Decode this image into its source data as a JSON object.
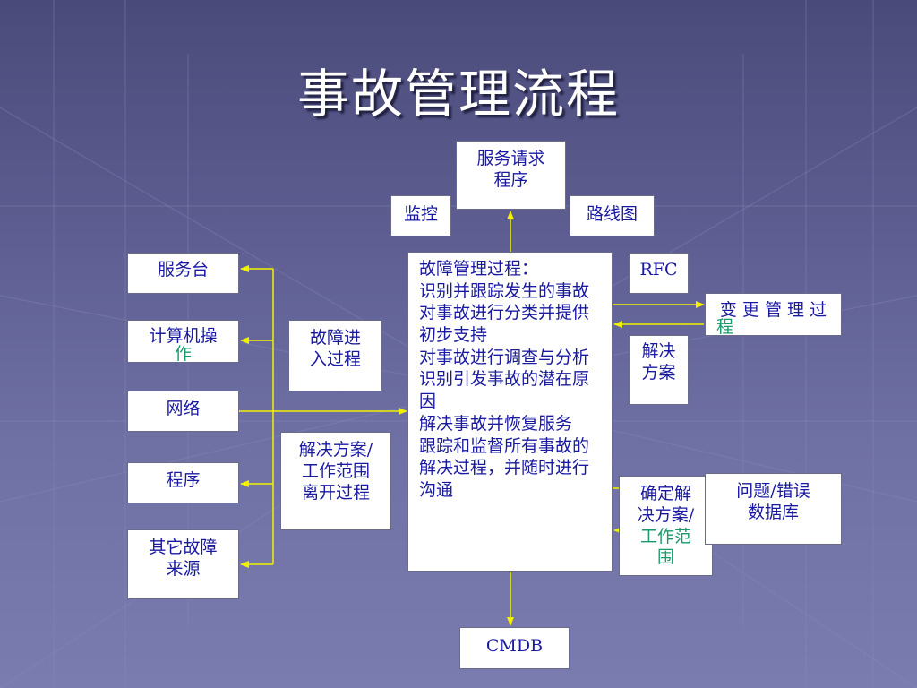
{
  "title": "事故管理流程",
  "boxes": {
    "service_request": "服务请求\n程序",
    "monitoring": "监控",
    "roadmap": "路线图",
    "service_desk": "服务台",
    "computer_ops_1": "计算机操",
    "computer_ops_2": "作",
    "network": "网络",
    "program": "程序",
    "other_sources": "其它故障\n来源",
    "fault_entry": "故障进\n入过程",
    "solution_exit": "解决方案/\n工作范围\n离开过程",
    "rfc": "RFC",
    "change_mgmt_1": "变 更 管 理 过",
    "change_mgmt_2": "程",
    "solution": "解决\n方案",
    "confirm_1": "确定解\n决方案/",
    "confirm_2": "工作范\n围",
    "problem_db": "问题/错误\n数据库",
    "cmdb": "CMDB"
  },
  "main": {
    "heading": "故障管理过程：",
    "lines": [
      "识别并跟踪发生的事故",
      "对事故进行分类并提供初步支持",
      "对事故进行调查与分析识别引发事故的潜在原因",
      "解决事故并恢复服务",
      "跟踪和监督所有事故的解决过程，并随时进行沟通"
    ]
  },
  "colors": {
    "background": "#5e5e92",
    "box_text": "#1a1aa0",
    "accent_text": "#1a9a6a",
    "connector": "#f2f200"
  }
}
